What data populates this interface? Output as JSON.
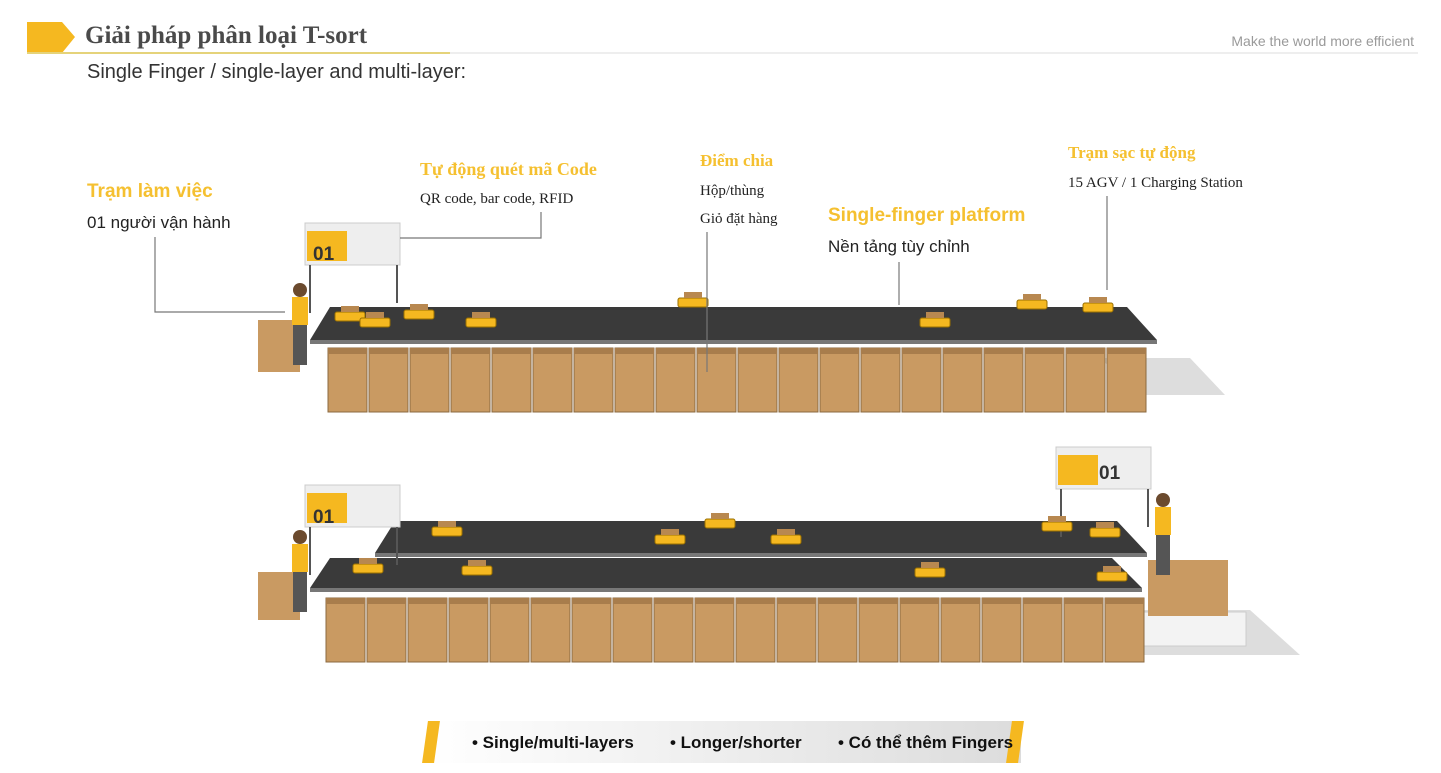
{
  "header": {
    "title": "Giải pháp phân loại T-sort",
    "subtitle": "Single Finger / single-layer and multi-layer:",
    "slogan": "Make the world more efficient"
  },
  "annotations": {
    "workstation": {
      "title": "Trạm làm việc",
      "detail": "01 người vận hành"
    },
    "scan": {
      "title": "Tự động quét mã Code",
      "detail": "QR code, bar code, RFID"
    },
    "drop_point": {
      "title": "Điểm chia",
      "detail1": "Hộp/thùng",
      "detail2": "Giỏ đặt hàng"
    },
    "platform": {
      "title": "Single-finger platform",
      "detail": "Nền tảng tùy chỉnh"
    },
    "charging": {
      "title": "Trạm sạc tự động",
      "detail": "15 AGV / 1 Charging Station"
    }
  },
  "station_sign": "01",
  "features": [
    "• Single/multi-layers",
    "• Longer/shorter",
    "• Có thể thêm Fingers"
  ],
  "colors": {
    "accent": "#f5b820",
    "belt": "#3a3a3a",
    "box": "#c99a62"
  }
}
